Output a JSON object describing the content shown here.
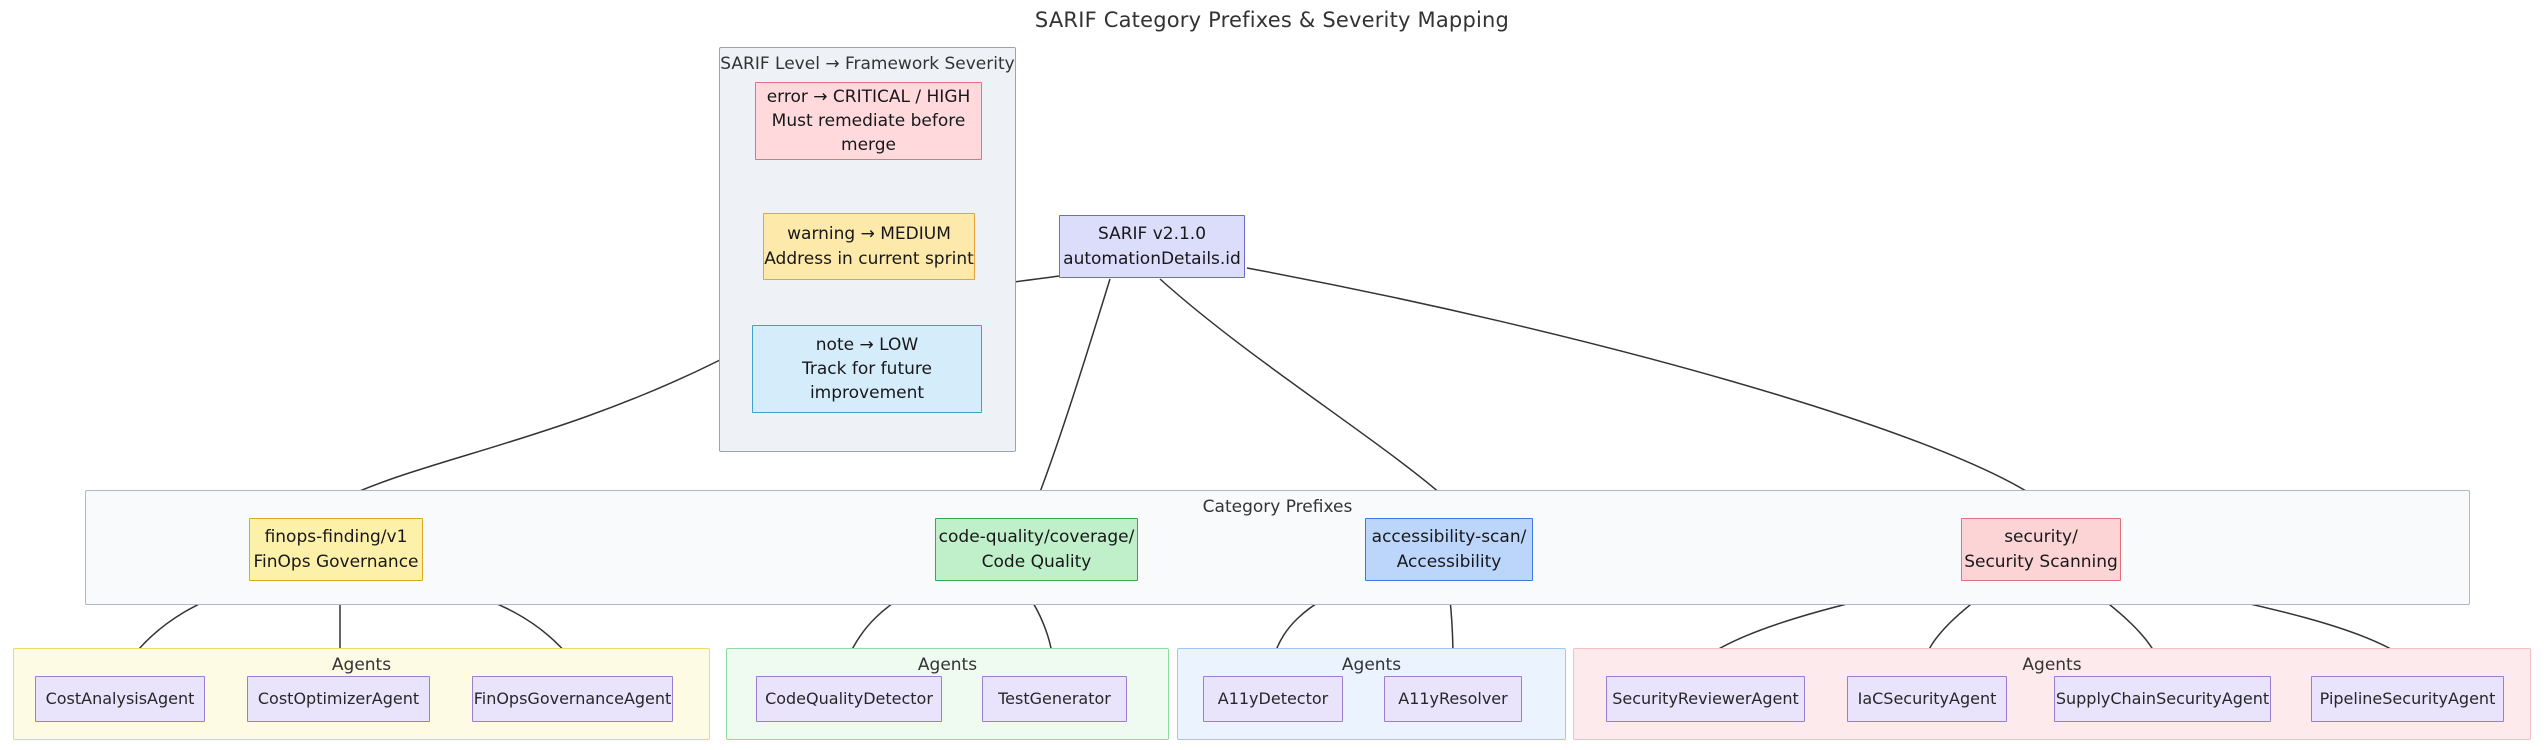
{
  "title": "SARIF Category Prefixes & Severity Mapping",
  "severity_cluster": {
    "title": "SARIF Level → Framework Severity",
    "levels": [
      {
        "name": "error-level",
        "lines": [
          "error → CRITICAL / HIGH",
          "Must remediate before",
          "merge"
        ]
      },
      {
        "name": "warning-level",
        "lines": [
          "warning → MEDIUM",
          "Address in current sprint"
        ]
      },
      {
        "name": "note-level",
        "lines": [
          "note → LOW",
          "Track for future",
          "improvement"
        ]
      }
    ]
  },
  "sarif_node": {
    "lines": [
      "SARIF v2.1.0",
      "automationDetails.id"
    ]
  },
  "prefix_cluster": {
    "title": "Category Prefixes",
    "nodes": [
      {
        "name": "finops",
        "lines": [
          "finops-finding/v1",
          "FinOps Governance"
        ]
      },
      {
        "name": "code-quality",
        "lines": [
          "code-quality/coverage/",
          "Code Quality"
        ]
      },
      {
        "name": "accessibility",
        "lines": [
          "accessibility-scan/",
          "Accessibility"
        ]
      },
      {
        "name": "security",
        "lines": [
          "security/",
          "Security Scanning"
        ]
      }
    ]
  },
  "agent_groups": [
    {
      "name": "finops-agents",
      "title": "Agents",
      "agents": [
        "CostAnalysisAgent",
        "CostOptimizerAgent",
        "FinOpsGovernanceAgent"
      ]
    },
    {
      "name": "code-quality-agents",
      "title": "Agents",
      "agents": [
        "CodeQualityDetector",
        "TestGenerator"
      ]
    },
    {
      "name": "accessibility-agents",
      "title": "Agents",
      "agents": [
        "A11yDetector",
        "A11yResolver"
      ]
    },
    {
      "name": "security-agents",
      "title": "Agents",
      "agents": [
        "SecurityReviewerAgent",
        "IaCSecurityAgent",
        "SupplyChainSecurityAgent",
        "PipelineSecurityAgent"
      ]
    }
  ],
  "colors": {
    "error": "#ffd9dc",
    "warning": "#fde9a9",
    "note": "#d5ecfb",
    "sarif": "#dcdcfb",
    "finops": "#fdf0a8",
    "code_quality": "#bff0c9",
    "accessibility": "#bcd6fb",
    "security": "#fcd4d6",
    "agent": "#e9e4fb",
    "edge": "#333333"
  }
}
